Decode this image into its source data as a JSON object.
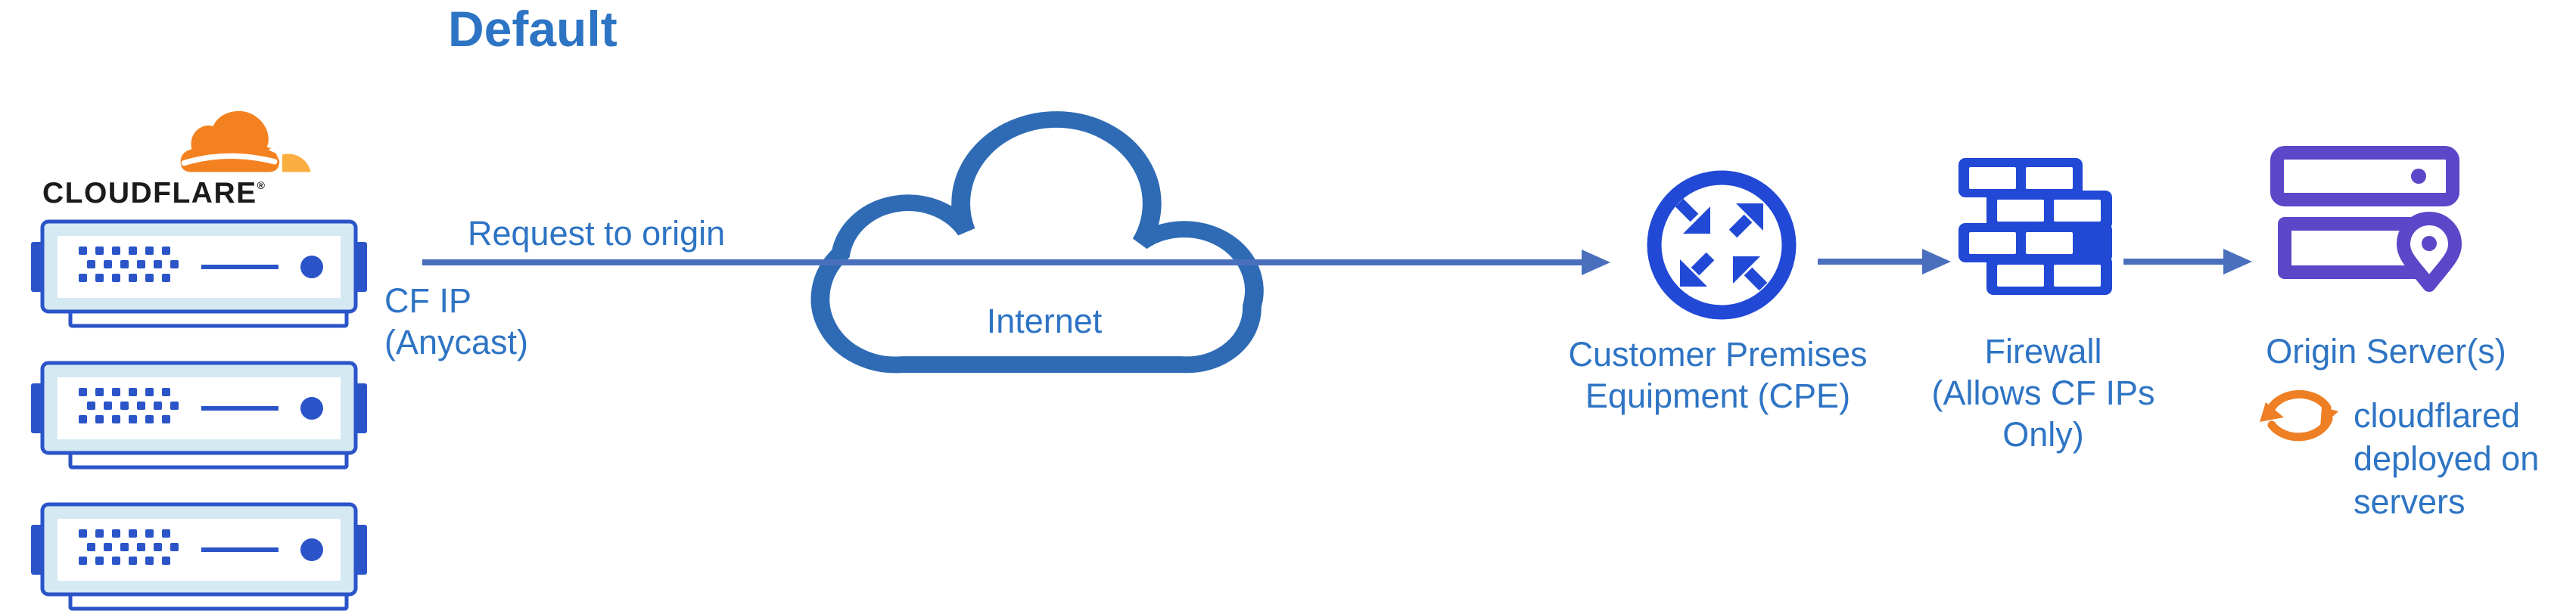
{
  "title": "Default",
  "logo": {
    "wordmark": "CLOUDFLARE",
    "registered": "®"
  },
  "flow": {
    "request_label": "Request to origin",
    "cf_ip_line1": "CF IP",
    "cf_ip_line2": "(Anycast)",
    "internet_label": "Internet",
    "cpe_line1": "Customer Premises",
    "cpe_line2": "Equipment (CPE)",
    "firewall_line1": "Firewall",
    "firewall_line2": "(Allows CF IPs Only)",
    "origin_label": "Origin Server(s)",
    "note_line1": "cloudflared",
    "note_line2": "deployed on",
    "note_line3": "servers"
  },
  "icons": {
    "cloudflare_logo": "cloudflare-cloud",
    "edge_servers": "server-rack (x3)",
    "internet": "cloud-outline",
    "cpe": "router-crossing-arrows",
    "firewall": "brick-wall",
    "origin": "stacked-servers-with-location-pin",
    "cloudflared": "sync-cycle-arrows"
  },
  "colors": {
    "text_blue": "#2E74C4",
    "arrow_blue": "#4A70BD",
    "cloud_stroke": "#2F6BB5",
    "icon_blue": "#2149D6",
    "server_blue": "#2A54C8",
    "server_light_blue": "#D5E9F3",
    "origin_purple": "#5B47C8",
    "sync_orange": "#EE7F24",
    "logo_orange": "#F48120",
    "logo_orange_light": "#FAAE40",
    "wordmark_black": "#1B1B1B"
  }
}
